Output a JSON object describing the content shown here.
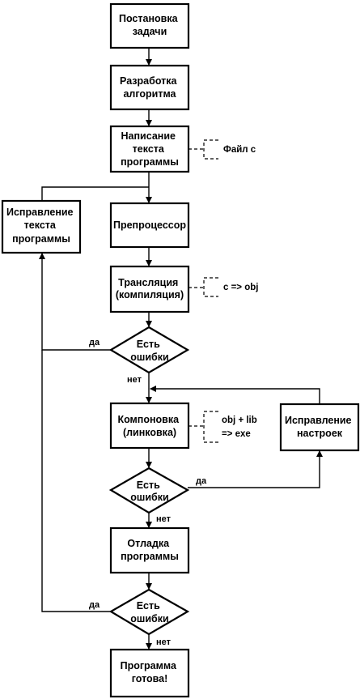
{
  "nodes": {
    "step1": [
      "Постановка",
      "задачи"
    ],
    "step2": [
      "Разработка",
      "алгоритма"
    ],
    "step3": [
      "Написание",
      "текста",
      "программы"
    ],
    "fix_text": [
      "Исправление",
      "текста",
      "программы"
    ],
    "preproc": [
      "Препроцессор"
    ],
    "translate": [
      "Трансляция",
      "(компиляция)"
    ],
    "errors1": [
      "Есть",
      "ошибки"
    ],
    "link": [
      "Компоновка",
      "(линковка)"
    ],
    "fix_settings": [
      "Исправление",
      "настроек"
    ],
    "errors2": [
      "Есть",
      "ошибки"
    ],
    "debug": [
      "Отладка",
      "программы"
    ],
    "errors3": [
      "Есть",
      "ошибки"
    ],
    "done": [
      "Программа",
      "готова!"
    ]
  },
  "edge_labels": {
    "errors1_yes": "да",
    "errors1_no": "нет",
    "errors2_yes": "да",
    "errors2_no": "нет",
    "errors3_yes": "да",
    "errors3_no": "нет"
  },
  "annotations": {
    "source_file": [
      "Файл c"
    ],
    "translate_io": [
      "c => obj"
    ],
    "link_io": [
      "obj + lib",
      "=> exe"
    ]
  },
  "colors": {
    "line": "#000000",
    "fill": "#ffffff"
  }
}
